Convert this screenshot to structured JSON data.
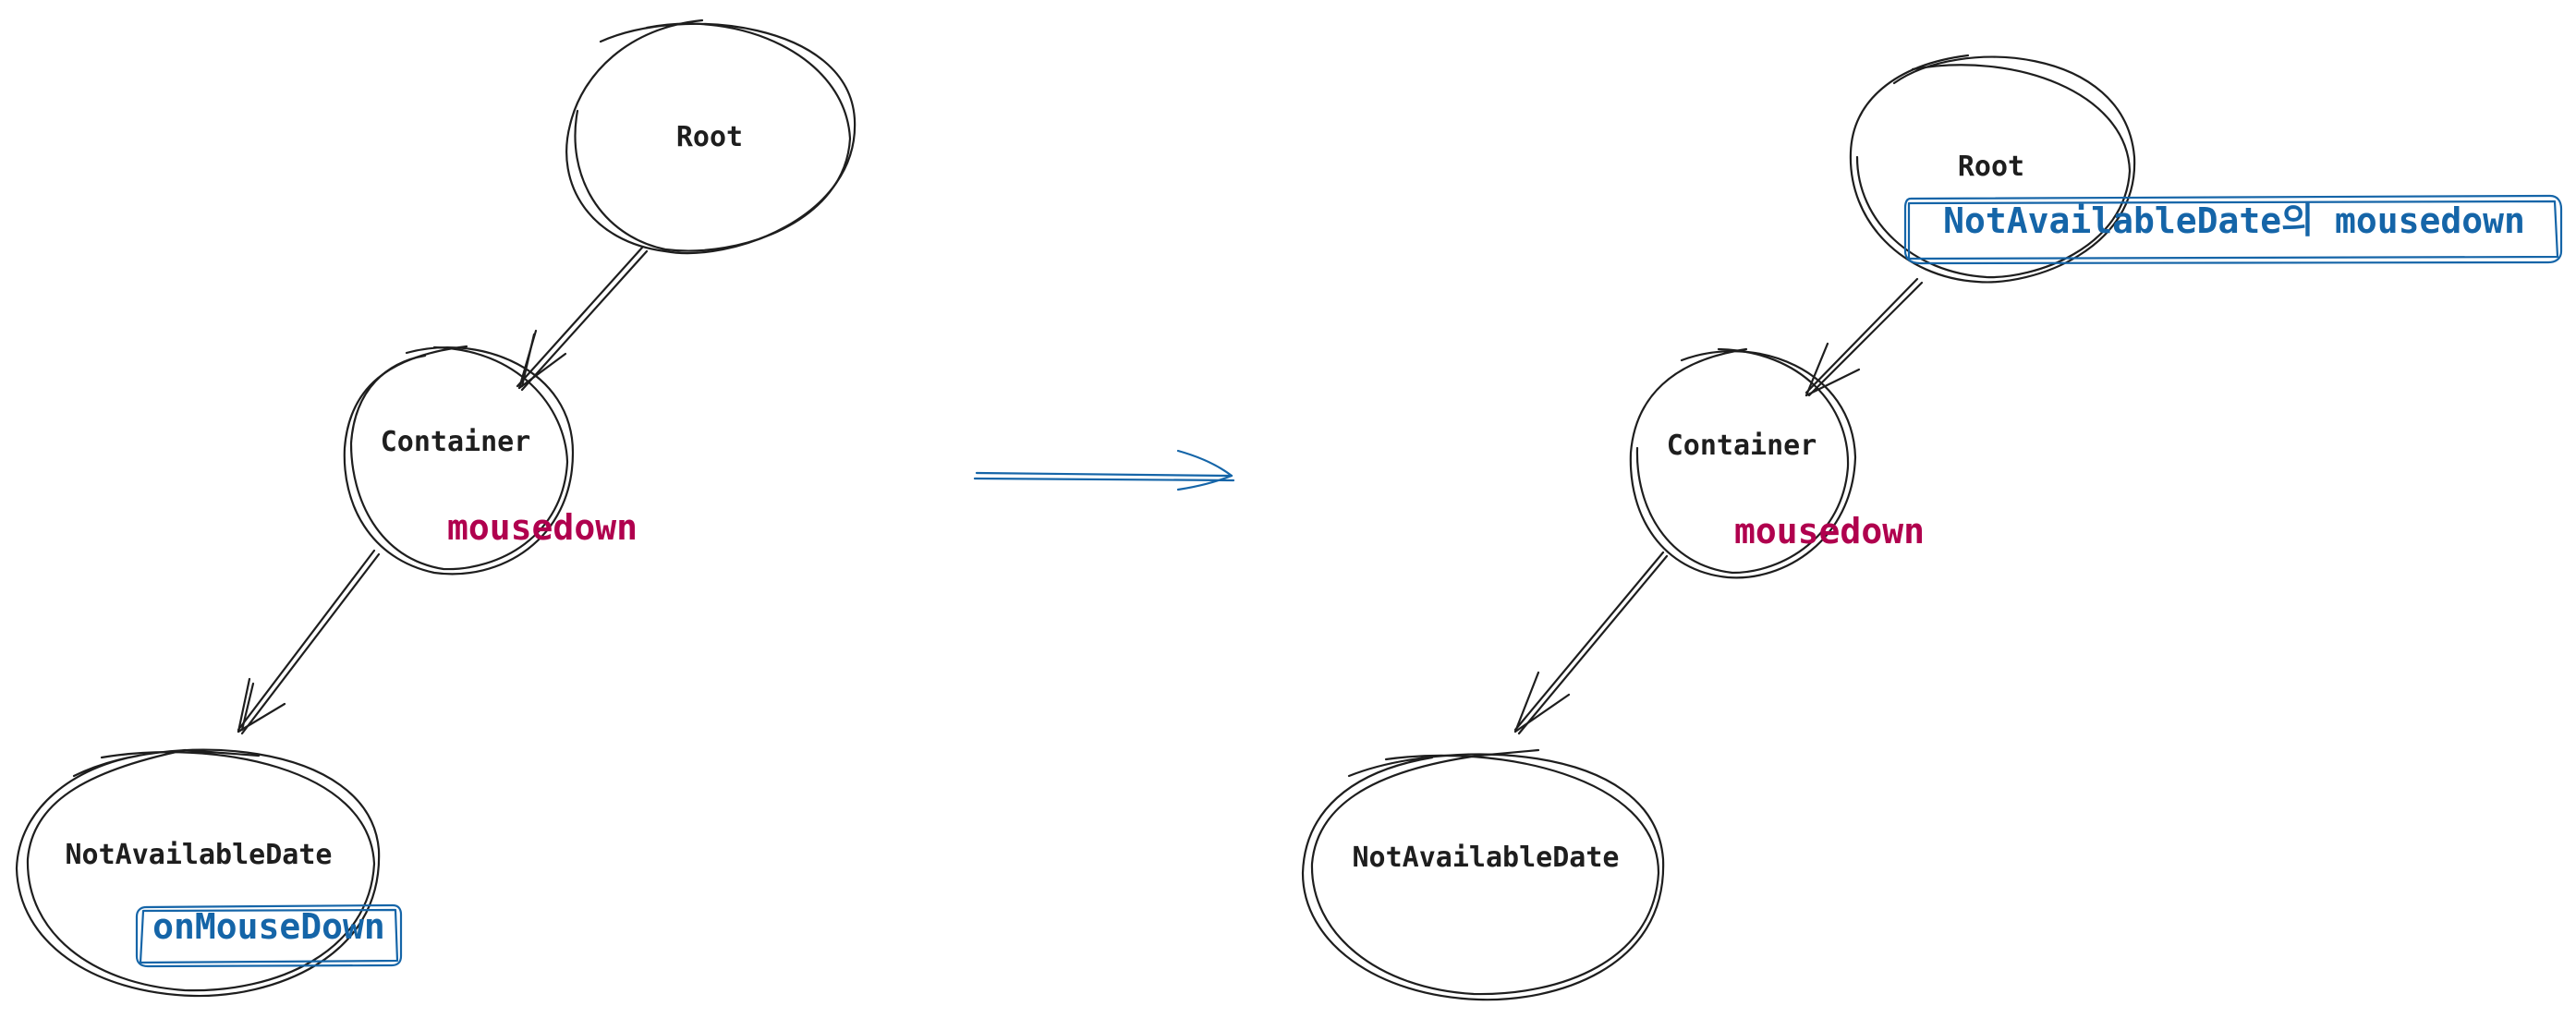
{
  "colors": {
    "ink": "#1e1e1e",
    "event_red": "#b0004e",
    "event_blue": "#1565a8"
  },
  "left_tree": {
    "root": "Root",
    "container": "Container",
    "container_event": "mousedown",
    "leaf": "NotAvailableDate",
    "leaf_handler": "onMouseDown"
  },
  "right_tree": {
    "root": "Root",
    "root_event": "NotAvailableDate의 mousedown",
    "container": "Container",
    "container_event": "mousedown",
    "leaf": "NotAvailableDate"
  },
  "transition_arrow": "arrow-right-icon"
}
